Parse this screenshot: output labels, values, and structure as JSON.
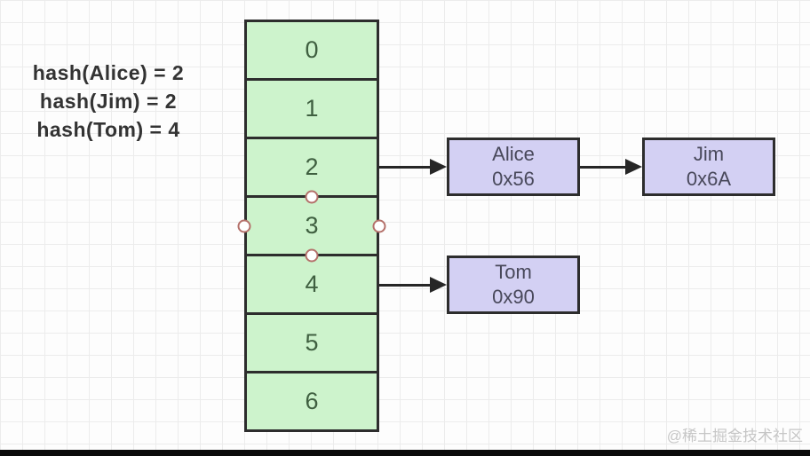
{
  "annotations": {
    "lines": [
      "hash(Alice) = 2",
      "hash(Jim) = 2",
      "hash(Tom) = 4"
    ]
  },
  "array": {
    "cells": [
      "0",
      "1",
      "2",
      "3",
      "4",
      "5",
      "6"
    ],
    "selected_index": 3
  },
  "nodes": [
    {
      "name": "Alice",
      "address": "0x56"
    },
    {
      "name": "Jim",
      "address": "0x6A"
    },
    {
      "name": "Tom",
      "address": "0x90"
    }
  ],
  "watermark": "@稀土掘金技术社区",
  "colors": {
    "bucket_fill": "#cdf3cc",
    "node_fill": "#d3d0f3",
    "shape_border": "#2d2d2d",
    "handle_border": "#b4706a",
    "arrow": "#262626",
    "annotation_text": "#333333",
    "grid_line": "#ececec",
    "watermark_text": "#c6c6c6",
    "bottom_bar": "#0b0b0b"
  }
}
